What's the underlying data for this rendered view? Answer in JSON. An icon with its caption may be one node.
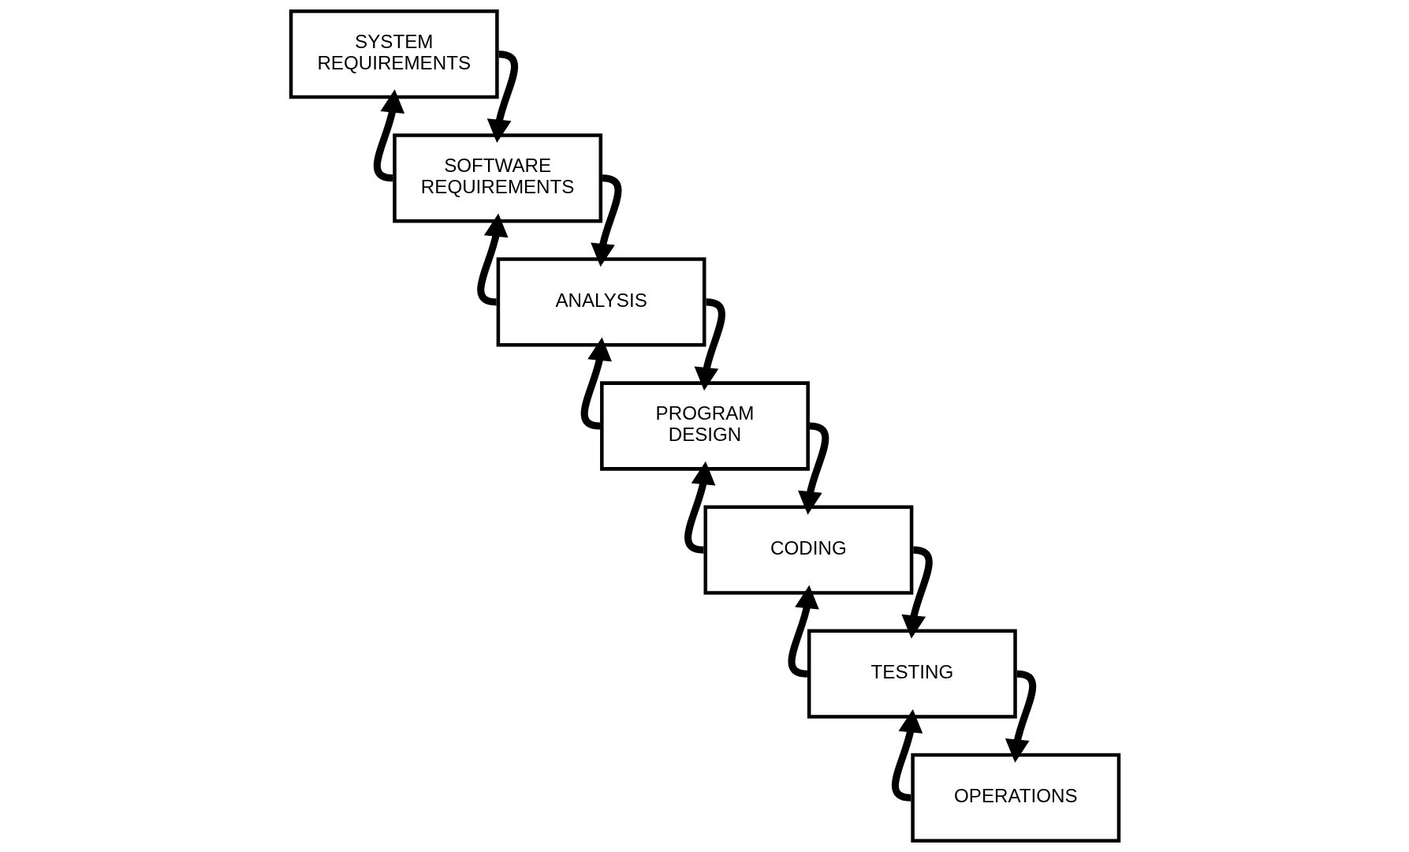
{
  "diagram": {
    "nodes": [
      {
        "text": [
          "SYSTEM REQUIREMENTS"
        ]
      },
      {
        "text": [
          "SOFTWARE REQUIREMENTS"
        ]
      },
      {
        "text": [
          "ANALYSIS"
        ]
      },
      {
        "text": [
          "PROGRAM DESIGN"
        ]
      },
      {
        "text": [
          "CODING"
        ]
      },
      {
        "text": [
          "TESTING"
        ]
      },
      {
        "text": [
          "OPERATIONS"
        ]
      }
    ],
    "edges": [
      {
        "from": 0,
        "to": 1,
        "arrow": "to"
      },
      {
        "from": 1,
        "to": 0,
        "arrow": "to"
      },
      {
        "from": 1,
        "to": 2,
        "arrow": "to"
      },
      {
        "from": 2,
        "to": 1,
        "arrow": "to"
      },
      {
        "from": 2,
        "to": 3,
        "arrow": "to"
      },
      {
        "from": 3,
        "to": 2,
        "arrow": "to"
      },
      {
        "from": 3,
        "to": 4,
        "arrow": "to"
      },
      {
        "from": 4,
        "to": 3,
        "arrow": "to"
      },
      {
        "from": 4,
        "to": 5,
        "arrow": "to"
      },
      {
        "from": 5,
        "to": 4,
        "arrow": "to"
      },
      {
        "from": 5,
        "to": 6,
        "arrow": "to"
      },
      {
        "from": 6,
        "to": 5,
        "arrow": "to"
      }
    ]
  }
}
